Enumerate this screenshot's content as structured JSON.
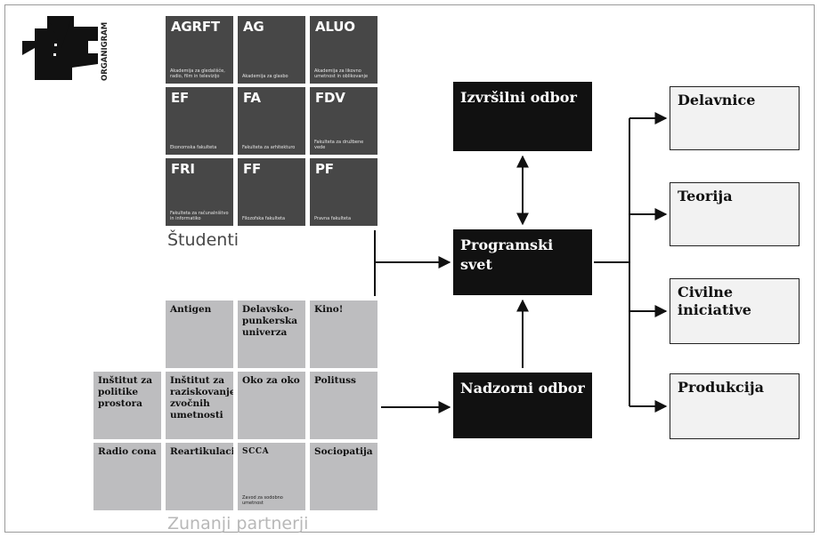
{
  "logo": {
    "wordmark": "ORGANIGRAM",
    "icon": "organigram-logo-icon"
  },
  "students": {
    "label": "Študenti",
    "label_color": "#474747",
    "tile_color": "#474747",
    "faculties": [
      {
        "code": "AGRFT",
        "full": "Akademija za gledališče, radio, film in televizijo"
      },
      {
        "code": "AG",
        "full": "Akademija za glasbo"
      },
      {
        "code": "ALUO",
        "full": "Akademija za likovno umetnost in oblikovanje"
      },
      {
        "code": "EF",
        "full": "Ekonomska fakulteta"
      },
      {
        "code": "FA",
        "full": "Fakulteta za arhitekturo"
      },
      {
        "code": "FDV",
        "full": "Fakulteta za družbene vede"
      },
      {
        "code": "FRI",
        "full": "Fakulteta za računalništvo in informatiko"
      },
      {
        "code": "FF",
        "full": "Filozofska fakulteta"
      },
      {
        "code": "PF",
        "full": "Pravna fakulteta"
      }
    ]
  },
  "partners": {
    "label": "Zunanji partnerji",
    "label_color": "#b8b8b8",
    "tile_color": "#bdbdbf",
    "items": [
      {
        "name": "Antigen"
      },
      {
        "name": "Delavsko-punkerska univerza"
      },
      {
        "name": "Kino!"
      },
      {
        "name": "Inštitut za politike prostora"
      },
      {
        "name": "Inštitut za raziskovanje zvočnih umetnosti"
      },
      {
        "name": "Oko za oko"
      },
      {
        "name": "Polituss"
      },
      {
        "name": "Radio cona"
      },
      {
        "name": "Reartikulacija"
      },
      {
        "name": "SCCA",
        "full": "Zavod za sodobno umetnost"
      },
      {
        "name": "Sociopatija"
      }
    ]
  },
  "bodies": {
    "executive": "Izvršilni odbor",
    "program_council": "Programski svet",
    "supervisory": "Nadzorni odbor"
  },
  "outputs": [
    {
      "label": "Delavnice"
    },
    {
      "label": "Teorija"
    },
    {
      "label": "Civilne iniciative"
    },
    {
      "label": "Produkcija"
    }
  ]
}
